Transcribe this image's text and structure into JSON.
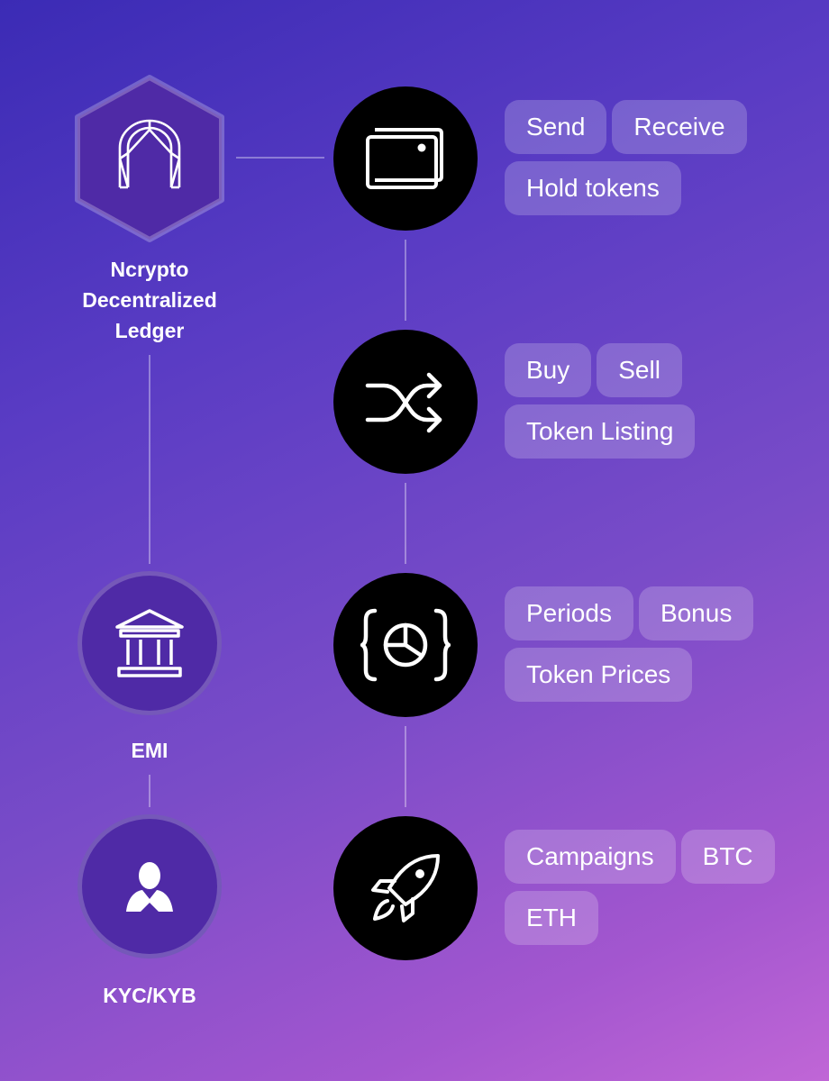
{
  "nodes": {
    "ledger": {
      "label_lines": [
        "Ncrypto",
        "Decentralized",
        "Ledger"
      ],
      "icon": "arch-icon"
    },
    "emi": {
      "label": "EMI",
      "icon": "bank-icon"
    },
    "kyc": {
      "label": "KYC/KYB",
      "icon": "user-icon"
    }
  },
  "features": [
    {
      "icon": "wallet-icon",
      "tags": [
        "Send",
        "Receive",
        "Hold tokens"
      ]
    },
    {
      "icon": "shuffle-icon",
      "tags": [
        "Buy",
        "Sell",
        "Token Listing"
      ]
    },
    {
      "icon": "pie-chart-icon",
      "tags": [
        "Periods",
        "Bonus",
        "Token Prices"
      ]
    },
    {
      "icon": "rocket-icon",
      "tags": [
        "Campaigns",
        "BTC",
        "ETH"
      ]
    }
  ],
  "colors": {
    "background_start": "#3b2bb5",
    "background_end": "#c066d6",
    "node_fill": "#000000",
    "tag_fill": "rgba(255,255,255,0.2)"
  }
}
